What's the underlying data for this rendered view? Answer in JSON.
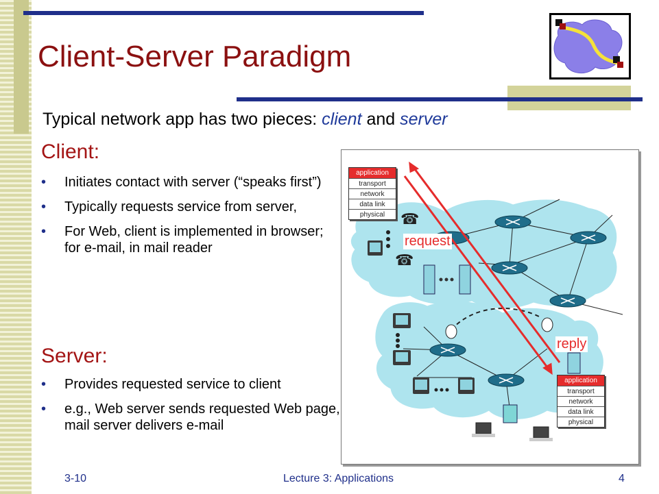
{
  "title": "Client-Server Paradigm",
  "subtitle": {
    "prefix": "Typical network app has two pieces: ",
    "client": "client",
    "middle": " and ",
    "server": "server"
  },
  "client": {
    "heading": "Client:",
    "bullets": [
      "Initiates contact with server (“speaks first”)",
      "Typically requests service from server,",
      "For Web, client is implemented in browser; for e-mail, in mail reader"
    ]
  },
  "server": {
    "heading": "Server:",
    "bullets": [
      "Provides requested service to client",
      "e.g., Web server sends requested Web page, mail server delivers e-mail"
    ]
  },
  "figure": {
    "client_stack": [
      "application",
      "transport",
      "network",
      "data link",
      "physical"
    ],
    "server_stack": [
      "application",
      "transport",
      "network",
      "data link",
      "physical"
    ],
    "request_label": "request",
    "reply_label": "reply"
  },
  "footer": {
    "left": "3-10",
    "center": "Lecture 3: Applications",
    "page": "4"
  },
  "colors": {
    "title": "#8b1010",
    "accent_blue": "#1f2f8a",
    "arrow_red": "#e52c2c",
    "cloud": "#aee4ee"
  }
}
